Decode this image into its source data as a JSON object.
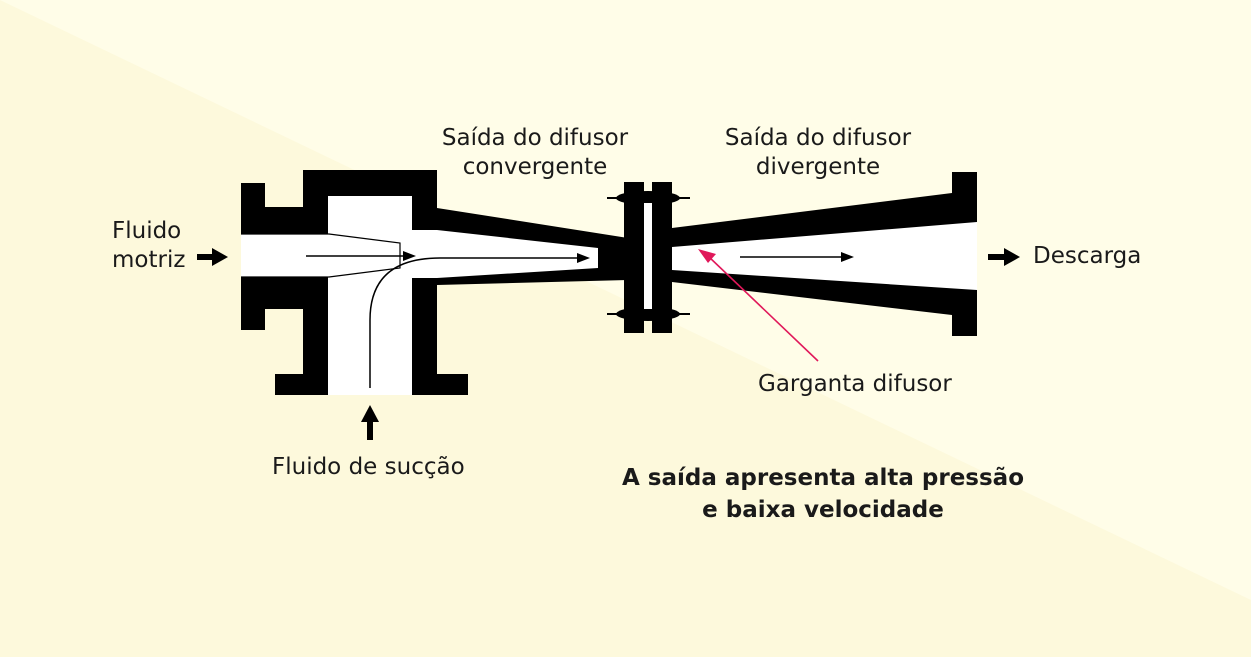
{
  "colors": {
    "background_light": "#fffde8",
    "background_shade": "#fdf9dc",
    "body": "#000000",
    "fluid": "#ffffff",
    "throat_arrow": "#e0185a"
  },
  "labels": {
    "motive_fluid": [
      "Fluido",
      "motriz"
    ],
    "suction_fluid": "Fluido de sucção",
    "converging_outlet": [
      "Saída do difusor",
      "convergente"
    ],
    "diverging_outlet": [
      "Saída do difusor",
      "divergente"
    ],
    "discharge": "Descarga",
    "throat": "Garganta difusor",
    "note": [
      "A saída apresenta alta pressão",
      "e baixa velocidade"
    ]
  }
}
